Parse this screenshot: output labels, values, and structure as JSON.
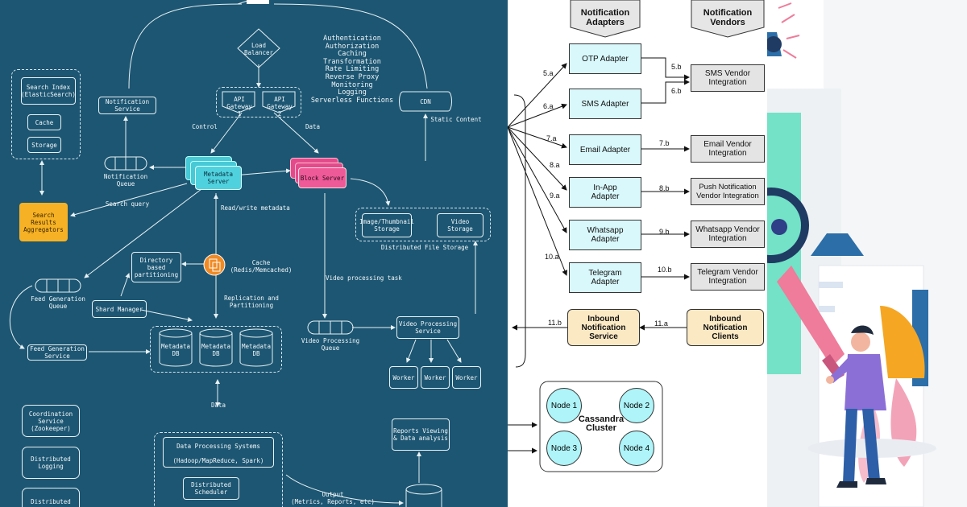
{
  "system_design": {
    "load_balancer": "Load\nBalancer",
    "gateway_features": [
      "Authentication",
      "Authorization",
      "Caching",
      "Transformation",
      "Rate Limiting",
      "Reverse Proxy",
      "Monitoring",
      "Logging",
      "Serverless Functions"
    ],
    "api_gateway_1": "API\nGateway 1",
    "api_gateway_2": "API\nGateway 2",
    "control_label": "Control",
    "data_label": "Data",
    "cdn": "CDN",
    "static_content_label": "Static Content",
    "search_index": "Search Index\n(ElasticSearch)",
    "cache_small": "Cache",
    "storage_small": "Storage",
    "notification_service": "Notification\nService",
    "notification_queue": "Notification\nQueue",
    "metadata_server": "Metadata\nServer",
    "block_server": "Block Server",
    "search_query_label": "Search query",
    "search_results_aggregators": "Search\nResults\nAggregators",
    "read_write_metadata_label": "Read/write metadata",
    "image_storage": "Image/Thumbnail\nStorage",
    "video_storage": "Video\nStorage",
    "distributed_file_storage_label": "Distributed File Storage",
    "directory_partitioning": "Directory\nbased\npartitioning",
    "cache_redis": "Cache\n(Redis/Memcached)",
    "feed_generation_queue": "Feed Generation\nQueue",
    "shard_manager": "Shard Manager",
    "replication_label": "Replication and\nPartitioning",
    "video_processing_task_label": "Video processing task",
    "feed_generation_service": "Feed Generation\nService",
    "metadata_db": "Metadata\nDB",
    "video_processing_queue": "Video Processing\nQueue",
    "video_processing_service": "Video Processing\nService",
    "worker": "Worker",
    "data_bottom_label": "Data",
    "coordination_service": "Coordination\nService\n(Zookeeper)",
    "distributed_logging": "Distributed\nLogging",
    "distributed_bottom": "Distributed",
    "data_processing_systems": "Data Processing Systems",
    "hadoop_label": "(Hadoop/MapReduce, Spark)",
    "distributed_scheduler": "Distributed\nScheduler",
    "output_label": "Output\n(Metrics, Reports, etc)",
    "reports_viewing": "Reports Viewing\n& Data analysis"
  },
  "notification_diagram": {
    "header_adapters": "Notification\nAdapters",
    "header_vendors": "Notification\nVendors",
    "adapters": [
      {
        "label": "OTP Adapter",
        "tag": "5.a"
      },
      {
        "label": "SMS Adapter",
        "tag": "6.a"
      },
      {
        "label": "Email Adapter",
        "tag": "7.a"
      },
      {
        "label": "In-App\nAdapter",
        "tag": "8.a"
      },
      {
        "label": "Whatsapp\nAdapter",
        "tag": "9.a"
      },
      {
        "label": "Telegram\nAdapter",
        "tag": "10.a"
      }
    ],
    "vendors": [
      {
        "label": "SMS Vendor\nIntegration",
        "tags": [
          "5.b",
          "6.b"
        ]
      },
      {
        "label": "Email Vendor\nIntegration",
        "tags": [
          "7.b"
        ]
      },
      {
        "label": "Push Notification\nVendor Integration",
        "tags": [
          "8.b"
        ]
      },
      {
        "label": "Whatsapp Vendor\nIntegration",
        "tags": [
          "9.b"
        ]
      },
      {
        "label": "Telegram Vendor\nIntegration",
        "tags": [
          "10.b"
        ]
      }
    ],
    "inbound_service": "Inbound\nNotification\nService",
    "inbound_clients": "Inbound\nNotification\nClients",
    "tag_11a": "11.a",
    "tag_11b": "11.b",
    "cluster_label": "Cassandra\nCluster",
    "nodes": [
      "Node 1",
      "Node 2",
      "Node 3",
      "Node 4"
    ]
  },
  "illustration": {
    "colors": {
      "pink": "#ee7c9a",
      "teal": "#6ee0c4",
      "navy": "#1f3a63",
      "orange": "#f5a623",
      "blue": "#2c6ea8"
    }
  }
}
